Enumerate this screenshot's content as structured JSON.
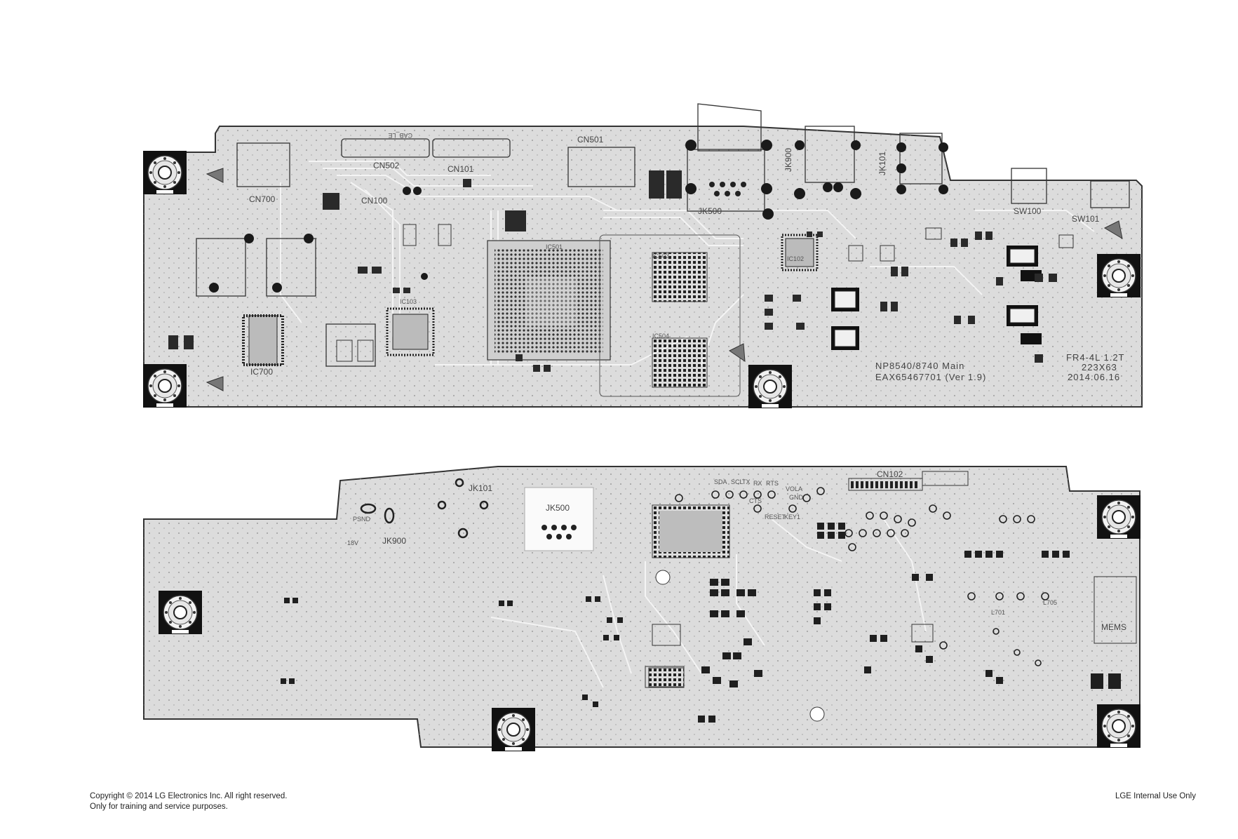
{
  "top_board": {
    "labels": {
      "cn501": "CN501",
      "cn502": "CN502",
      "cn101": "CN101",
      "cn100": "CN100",
      "cn700": "CN700",
      "jk500": "JK500",
      "jk900": "JK900",
      "jk101": "JK101",
      "sw100": "SW100",
      "sw101": "SW101",
      "ic700": "IC700",
      "ic103": "IC103",
      "ic501": "IC501",
      "ic102": "IC102",
      "ic503": "IC503",
      "ic504": "IC504",
      "cab_le": "CAB_LE"
    },
    "marking": {
      "line1": "NP8540/8740 Main",
      "line2": "EAX65467701 (Ver 1.9)",
      "spec1": "FR4-4L 1.2T",
      "spec2": "223X63",
      "date": "2014.06.16"
    }
  },
  "bottom_board": {
    "labels": {
      "cn102": "CN102",
      "jk101": "JK101",
      "jk500": "JK500",
      "jk900": "JK900",
      "sda": "SDA",
      "scl": "SCL",
      "tx": "TX",
      "rx": "RX",
      "rts": "RTS",
      "cts": "CTS",
      "reset": "RESET",
      "key1": "KEY1",
      "vola": "VOLA",
      "gnd": "GND",
      "mems": "MEMS",
      "psnd": "PSND",
      "v18": "18V",
      "l701": "L701",
      "l705": "L705"
    }
  },
  "footer": {
    "copyright": "Copyright © 2014 LG Electronics Inc. All right reserved.",
    "note": "Only for training and service purposes.",
    "internal": "LGE Internal Use Only"
  },
  "colors": {
    "board_fill": "#dcdcdc",
    "board_edge": "#333333",
    "trace": "#f4f4f4",
    "pad": "#222222",
    "background": "#ffffff"
  }
}
